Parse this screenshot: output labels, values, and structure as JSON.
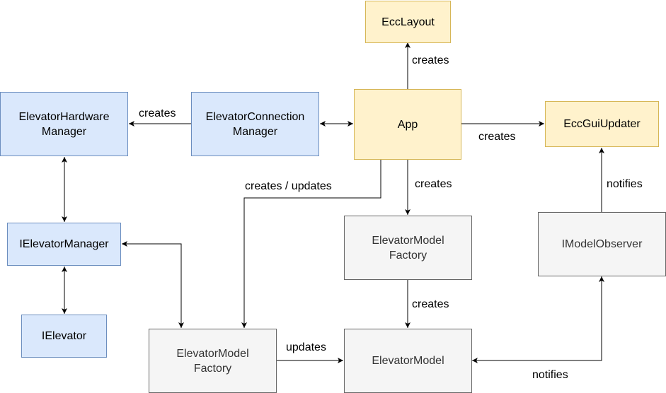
{
  "nodes": {
    "ecc_layout": "EccLayout",
    "app": "App",
    "ecc_gui_updater": "EccGuiUpdater",
    "elevator_hardware_manager": "ElevatorHardware\nManager",
    "elevator_connection_manager": "ElevatorConnection\nManager",
    "ielevator_manager": "IElevatorManager",
    "ielevator": "IElevator",
    "elevator_model_factory_center": "ElevatorModel\nFactory",
    "imodel_observer": "IModelObserver",
    "elevator_model_factory_bottom": "ElevatorModel\nFactory",
    "elevator_model": "ElevatorModel"
  },
  "edge_labels": {
    "app_to_ecclayout": "creates",
    "conn_to_hardware": "creates",
    "app_to_guiupdater": "creates",
    "app_to_factory_center": "creates",
    "app_to_factory_bottom": "creates / updates",
    "observer_to_guiupdater": "notifies",
    "factory_center_to_model": "creates",
    "factory_bottom_to_model": "updates",
    "model_to_observer": "notifies"
  },
  "colors": {
    "blue_fill": "#dae8fc",
    "blue_stroke": "#6c8ebf",
    "yellow_fill": "#fff2cc",
    "yellow_stroke": "#d6b656",
    "gray_fill": "#f5f5f5",
    "gray_stroke": "#666666",
    "edge": "#000000"
  }
}
